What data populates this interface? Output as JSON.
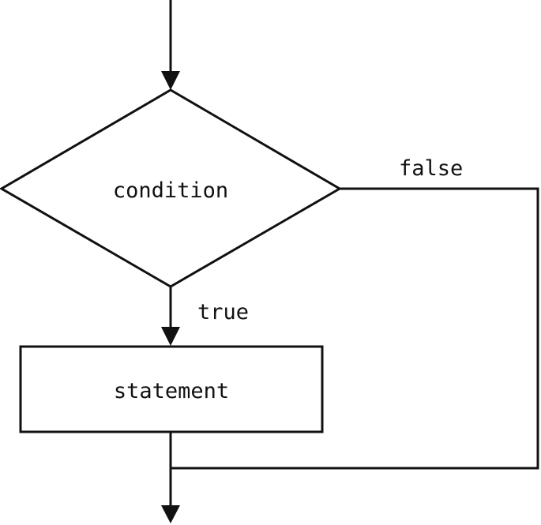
{
  "flowchart": {
    "decision": {
      "label": "condition"
    },
    "process": {
      "label": "statement"
    },
    "branches": {
      "true_label": "true",
      "false_label": "false"
    }
  }
}
